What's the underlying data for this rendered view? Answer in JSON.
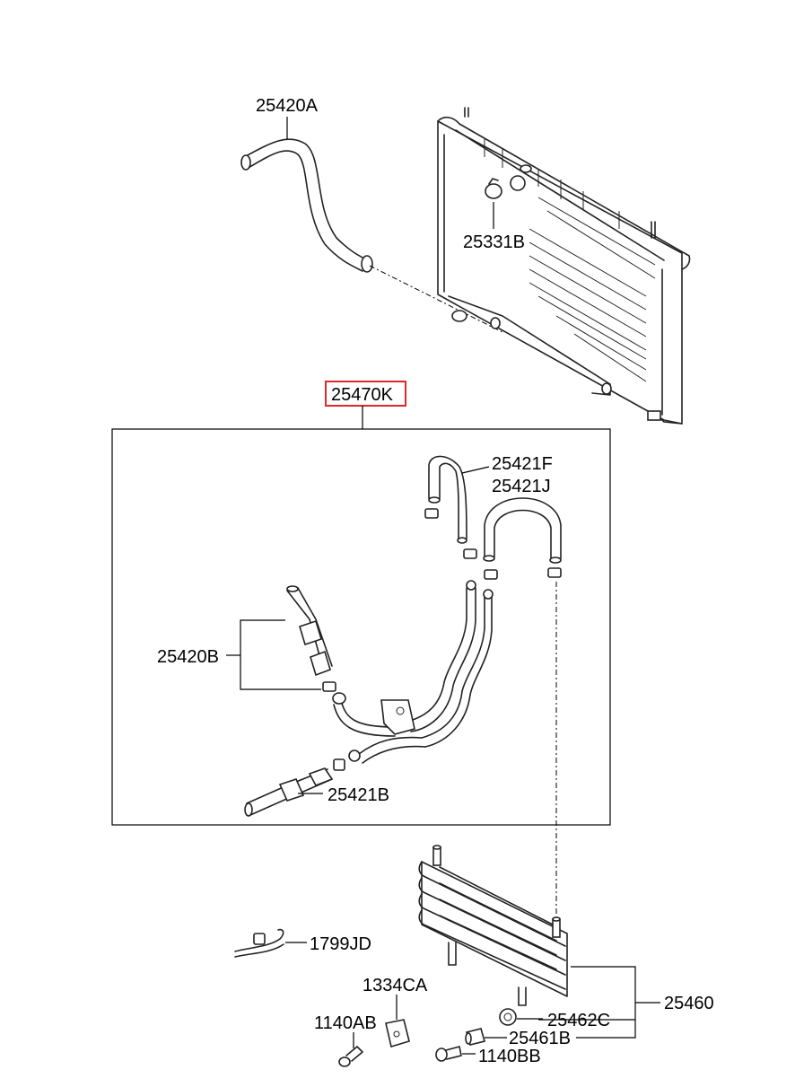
{
  "labels": {
    "p25420A": "25420A",
    "p25331B": "25331B",
    "p25470K": "25470K",
    "p25421F": "25421F",
    "p25421J": "25421J",
    "p25420B": "25420B",
    "p25421B": "25421B",
    "p1799JD": "1799JD",
    "p1334CA": "1334CA",
    "p1140AB": "1140AB",
    "p25460": "25460",
    "p25462C": "25462C",
    "p25461B": "25461B",
    "p1140BB": "1140BB"
  },
  "highlight_color": "#e0282b",
  "highlighted_part": "25470K"
}
